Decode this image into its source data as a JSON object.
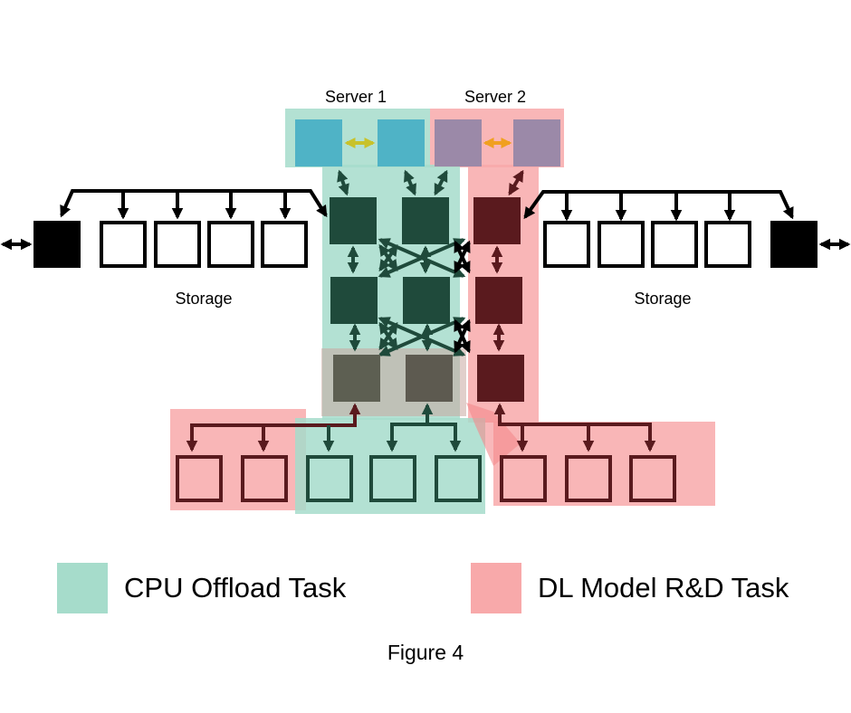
{
  "figure": {
    "caption": "Figure 4",
    "colors": {
      "cpu_task_highlight": "#a6dccb",
      "dl_task_highlight": "#f8a9aa",
      "cpu_switch": "#1f4a3b",
      "dl_switch": "#5a1a1e",
      "shared_switch": "#5d5f52",
      "server1_gpu": "#4fb3c6",
      "server2_gpu": "#9b89a8",
      "server1_link": "#c8c22a",
      "server2_link": "#f0a020",
      "storage": "#000000"
    },
    "servers": [
      {
        "label": "Server 1",
        "task": "cpu",
        "devices": 2
      },
      {
        "label": "Server 2",
        "task": "dl",
        "devices": 2
      }
    ],
    "storage": [
      {
        "label": "Storage",
        "side": "left",
        "nodes": 4,
        "gateway": "filled"
      },
      {
        "label": "Storage",
        "side": "right",
        "nodes": 4,
        "gateway": "filled"
      }
    ],
    "switch_fabric": {
      "rows": 3,
      "columns": 3,
      "column_tasks": [
        "cpu",
        "cpu",
        "dl"
      ],
      "shared_row": 3
    },
    "leaf_nodes": {
      "groups": [
        {
          "task": "dl",
          "count": 2
        },
        {
          "task": "cpu",
          "count": 3
        },
        {
          "task": "dl",
          "count": 3
        }
      ]
    },
    "legend": [
      {
        "label": "CPU Offload Task",
        "color": "#a6dccb"
      },
      {
        "label": "DL Model R&D Task",
        "color": "#f8a9aa"
      }
    ]
  }
}
